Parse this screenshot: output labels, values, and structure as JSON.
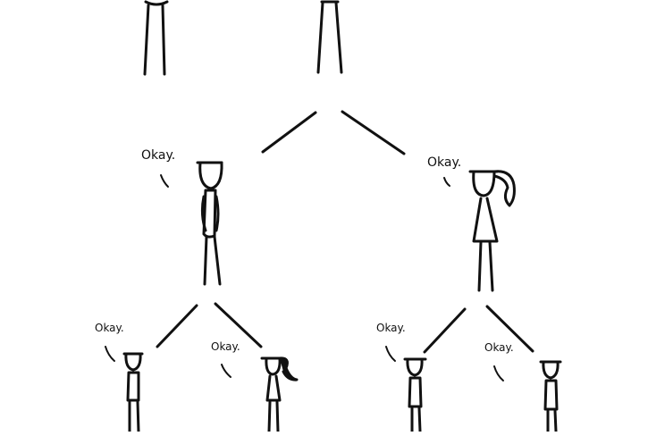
{
  "comic": {
    "style": "stick-figure family tree",
    "background": "#ffffff",
    "ink_color": "#111111",
    "speech": {
      "mid_left": "Okay.",
      "mid_right": "Okay.",
      "bottom_1": "Okay.",
      "bottom_2": "Okay.",
      "bottom_3": "Okay.",
      "bottom_4": "Okay."
    },
    "figures": [
      {
        "id": "top-left",
        "type": "stick-figure",
        "partially_visible": true
      },
      {
        "id": "top-right",
        "type": "stick-figure",
        "partially_visible": true
      },
      {
        "id": "mid-left",
        "type": "stick-figure-man"
      },
      {
        "id": "mid-right",
        "type": "stick-figure-woman-ponytail"
      },
      {
        "id": "bottom-1",
        "type": "stick-figure-man"
      },
      {
        "id": "bottom-2",
        "type": "stick-figure-woman-ponytail"
      },
      {
        "id": "bottom-3",
        "type": "stick-figure-man"
      },
      {
        "id": "bottom-4",
        "type": "stick-figure-man"
      }
    ]
  }
}
